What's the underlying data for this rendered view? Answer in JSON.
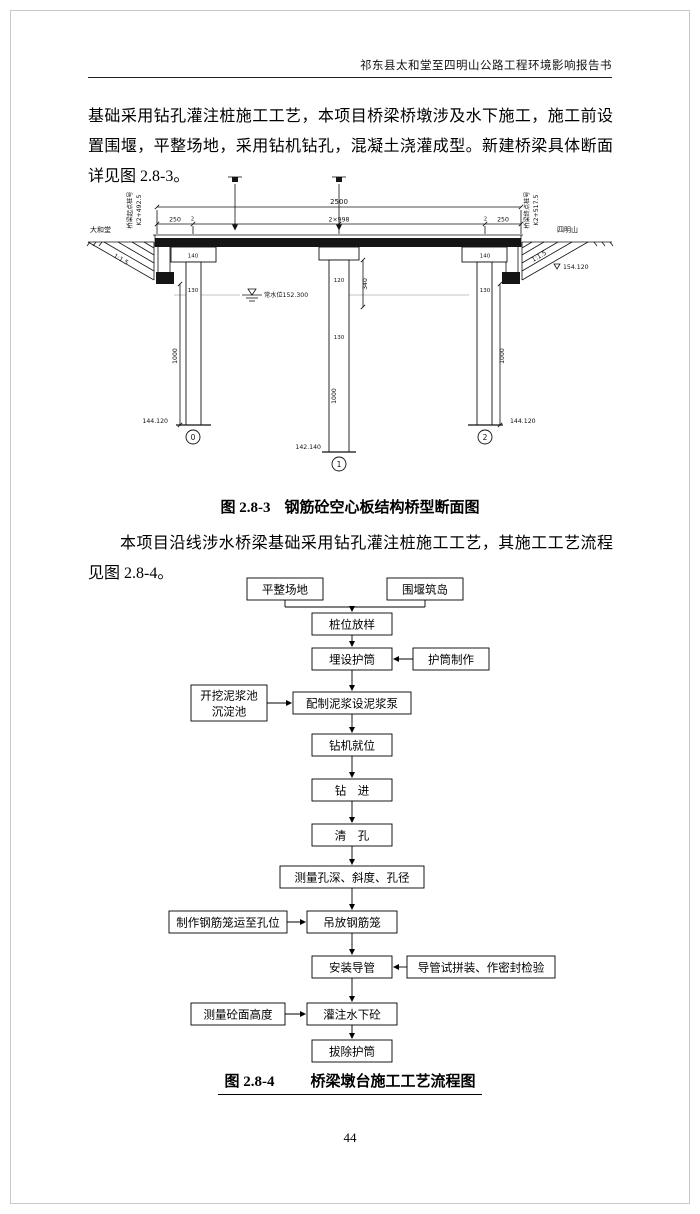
{
  "header": {
    "title": "祁东县太和堂至四明山公路工程环境影响报告书"
  },
  "body": {
    "p1": "基础采用钻孔灌注桩施工工艺，本项目桥梁桥墩涉及水下施工，施工前设置围堰，平整场地，采用钻机钻孔，混凝土浇灌成型。新建桥梁具体断面详见图 2.8-3。",
    "p2": "本项目沿线涉水桥梁基础采用钻孔灌注桩施工工艺，其施工工艺流程见图 2.8-4。"
  },
  "bridge": {
    "caption_fig": "图 2.8-3",
    "caption_title": "钢筋砼空心板结构桥型断面图",
    "dim_total": "2500",
    "dim_250_l": "250",
    "dim_gap_l": "2",
    "dim_span": "2×998",
    "dim_gap_r": "2",
    "dim_250_r": "250",
    "place_left": "大和堂",
    "place_right": "四明山",
    "station_left_label": "桥梁起点桩号",
    "station_left_value": "K2+492.5",
    "station_right_label": "桥梁终点桩号",
    "station_right_value": "K2+517.5",
    "water_level": "常水位152.300",
    "slope_left": "1:1.5",
    "slope_right": "1:1.5",
    "elev_ground_right": "154.120",
    "elev_pier0": "144.120",
    "elev_pier1": "142.140",
    "elev_pier2": "144.120",
    "pier0": "0",
    "pier1": "1",
    "pier2": "2",
    "d_cap_l": "140",
    "d_col_l": "130",
    "d_shaft_l": "1000",
    "d_cap_c": "120",
    "d_hammer_c": "340",
    "d_col_c": "130",
    "d_shaft_c": "1000",
    "d_cap_r": "140",
    "d_col_r": "130",
    "d_shaft_r": "1000"
  },
  "flowchart": {
    "caption_fig": "图 2.8-4",
    "caption_title": "桥梁墩台施工工艺流程图",
    "nodes": {
      "prep": "平整场地",
      "cofferdam": "围堰筑岛",
      "layout": "桩位放样",
      "casing": "埋设护筒",
      "casing_make": "护筒制作",
      "slurry": "配制泥浆设泥浆泵",
      "slurry_pit_1": "开挖泥浆池",
      "slurry_pit_2": "沉淀池",
      "rig": "钻机就位",
      "drill": "钻　进",
      "clean": "清　孔",
      "measure_hole": "测量孔深、斜度、孔径",
      "cage_place": "吊放钢筋笼",
      "cage_make": "制作钢筋笼运至孔位",
      "tremie": "安装导管",
      "tremie_test": "导管试拼装、作密封检验",
      "pour": "灌注水下砼",
      "measure_conc": "测量砼面高度",
      "remove_casing": "拔除护筒"
    }
  },
  "footer": {
    "page_number": "44"
  }
}
